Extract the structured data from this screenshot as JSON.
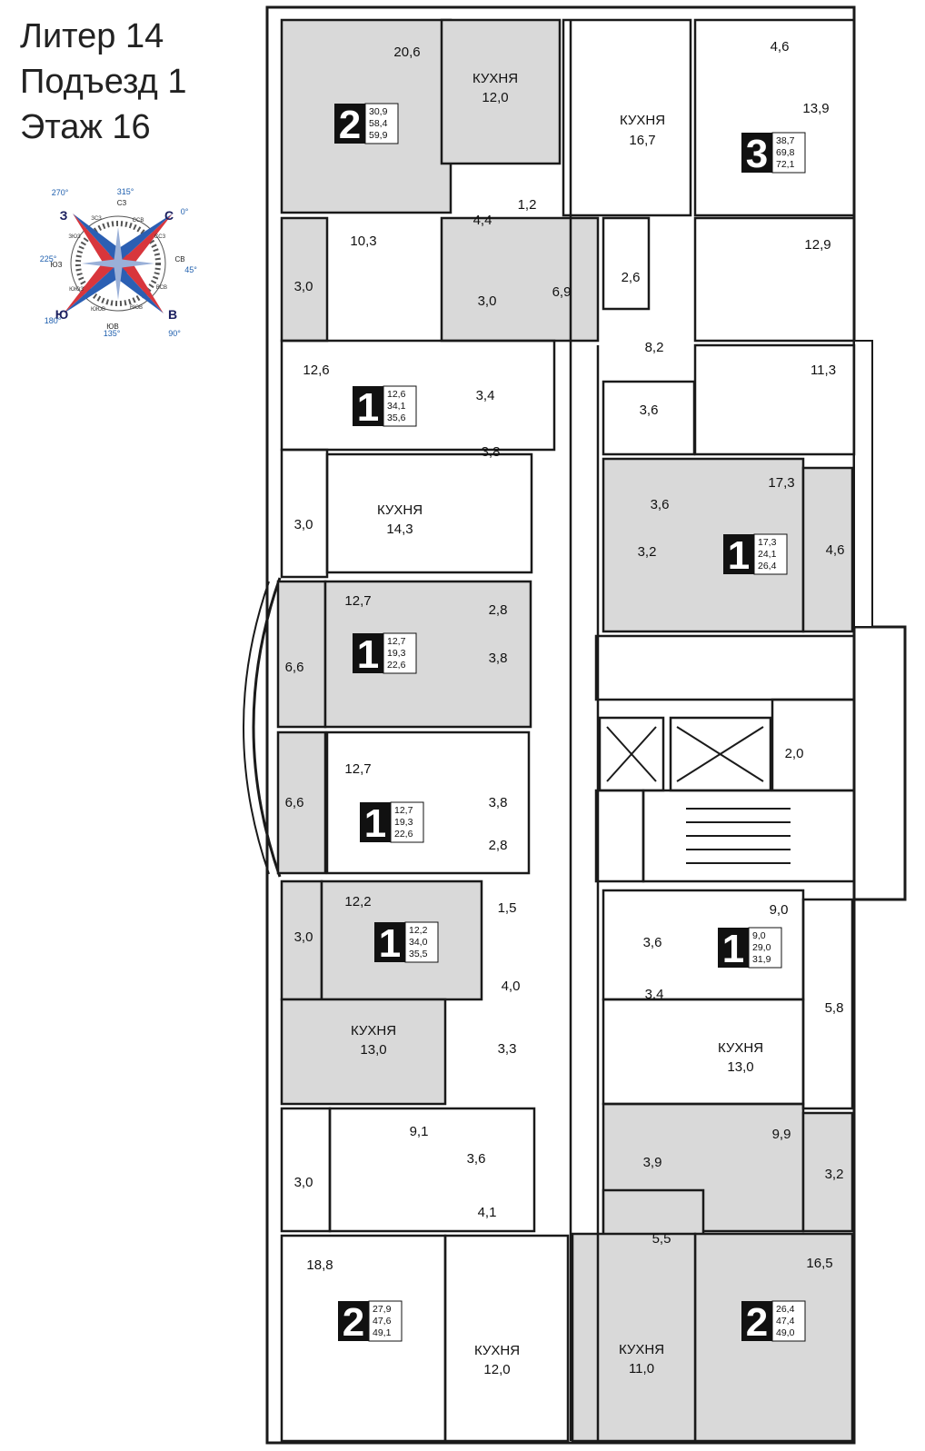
{
  "header": {
    "line1": "Литер 14",
    "line2": "Подъезд 1",
    "line3": "Этаж 16"
  },
  "compass": {
    "directions": {
      "north": "С",
      "east": "В",
      "south": "Ю",
      "west": "З"
    },
    "degrees": {
      "north": "0°",
      "northeast": "45°",
      "east": "90°",
      "southeast": "135°",
      "south": "180°",
      "southwest": "225°",
      "west": "270°",
      "northwest": "315°"
    },
    "intermediate": {
      "northeast": "СВ",
      "southeast": "ЮВ",
      "southwest": "ЮЗ",
      "northwest": "СЗ"
    },
    "ring": [
      "ССВ",
      "ВСВ",
      "ВЮВ",
      "ЮЮВ",
      "ЮЮЗ",
      "ЗЮЗ",
      "ЗСЗ",
      "ССЗ"
    ],
    "colors": {
      "red": "#d8363c",
      "blue": "#2b5fb3",
      "navy": "#1c2060"
    }
  },
  "colors": {
    "wall": "#1a1a1a",
    "shaded": "#d9d9d9",
    "white": "#ffffff",
    "badge": "#111111"
  },
  "kitchen_word": "КУХНЯ",
  "apartments": [
    {
      "id": "apt-2-top",
      "rooms": "2",
      "areas": [
        "30,9",
        "58,4",
        "59,9"
      ]
    },
    {
      "id": "apt-3-top",
      "rooms": "3",
      "areas": [
        "38,7",
        "69,8",
        "72,1"
      ]
    },
    {
      "id": "apt-1-a",
      "rooms": "1",
      "areas": [
        "12,6",
        "34,1",
        "35,6"
      ]
    },
    {
      "id": "apt-1-b",
      "rooms": "1",
      "areas": [
        "17,3",
        "24,1",
        "26,4"
      ]
    },
    {
      "id": "apt-1-c",
      "rooms": "1",
      "areas": [
        "12,7",
        "19,3",
        "22,6"
      ]
    },
    {
      "id": "apt-1-d",
      "rooms": "1",
      "areas": [
        "12,7",
        "19,3",
        "22,6"
      ]
    },
    {
      "id": "apt-1-e",
      "rooms": "1",
      "areas": [
        "12,2",
        "34,0",
        "35,5"
      ]
    },
    {
      "id": "apt-1-f",
      "rooms": "1",
      "areas": [
        "9,0",
        "29,0",
        "31,9"
      ]
    },
    {
      "id": "apt-2-bl",
      "rooms": "2",
      "areas": [
        "27,9",
        "47,6",
        "49,1"
      ]
    },
    {
      "id": "apt-2-br",
      "rooms": "2",
      "areas": [
        "26,4",
        "47,4",
        "49,0"
      ]
    }
  ],
  "rooms": [
    "20,6",
    "4,6",
    "13,9",
    "1,2",
    "4,4",
    "10,3",
    "3,0",
    "3,0",
    "6,9",
    "2,6",
    "12,9",
    "8,2",
    "12,6",
    "3,4",
    "11,3",
    "3,6",
    "3,8",
    "17,3",
    "3,0",
    "3,6",
    "4,6",
    "3,2",
    "12,7",
    "2,8",
    "3,8",
    "6,6",
    "2,0",
    "6,6",
    "12,7",
    "3,8",
    "2,8",
    "12,2",
    "1,5",
    "9,0",
    "3,0",
    "4,0",
    "3,6",
    "3,4",
    "5,8",
    "3,3",
    "9,1",
    "9,9",
    "3,6",
    "3,9",
    "3,0",
    "3,2",
    "4,1",
    "5,5",
    "18,8",
    "16,5"
  ],
  "kitchens": [
    "12,0",
    "16,7",
    "14,3",
    "13,0",
    "13,0",
    "12,0",
    "11,0"
  ]
}
